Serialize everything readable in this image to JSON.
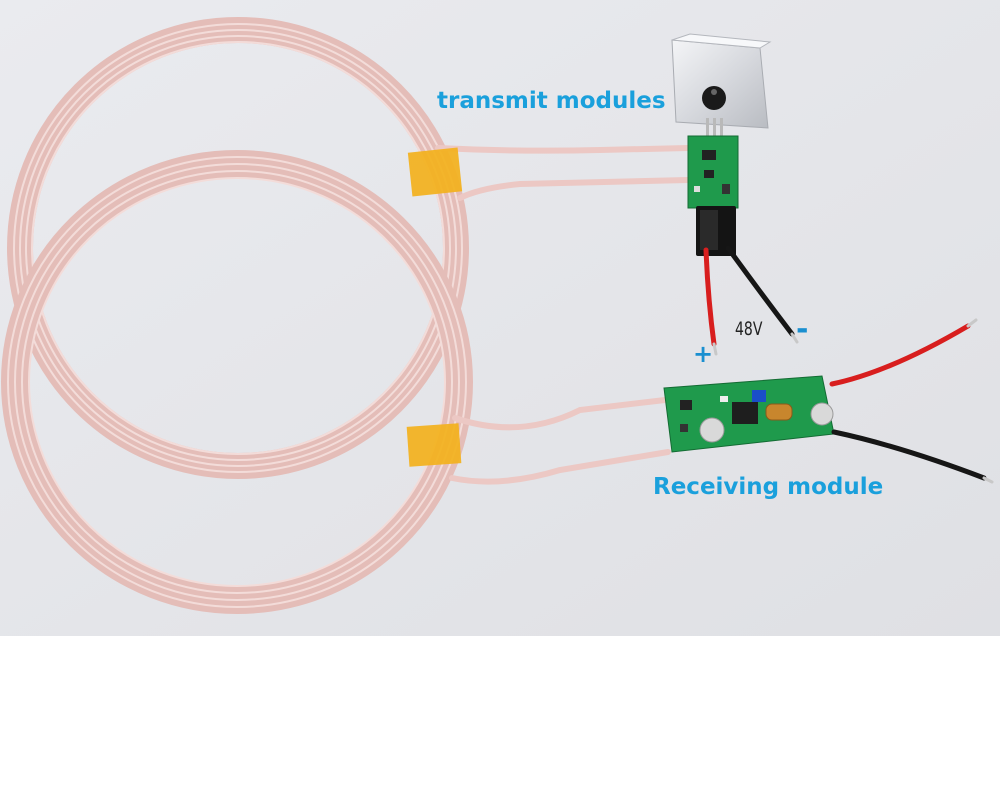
{
  "labels": {
    "transmit": "transmit modules",
    "receive": "Receiving module",
    "voltage": "48V",
    "plus": "+",
    "minus": "-"
  },
  "colors": {
    "background": "#e8e9ed",
    "label_blue": "#1aa0dc",
    "coil_wire": "#ecc8c4",
    "pcb_green": "#1f9a4c",
    "tape": "#f3b11c",
    "red_wire": "#d81e1e",
    "black_wire": "#161616"
  }
}
